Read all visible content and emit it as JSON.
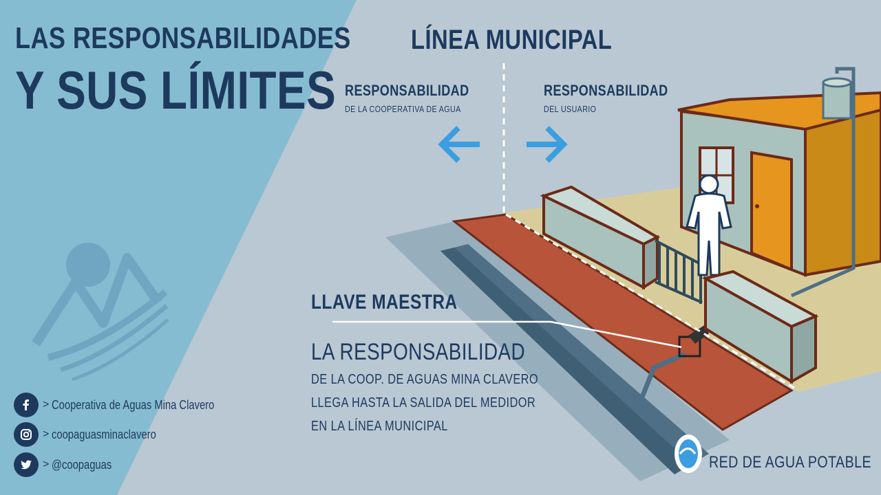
{
  "header": {
    "title_line1": "LAS RESPONSABILIDADES",
    "title_line2": "Y SUS LÍMITES"
  },
  "diagram": {
    "municipal_line_label": "LÍNEA MUNICIPAL",
    "left": {
      "title": "RESPONSABILIDAD",
      "subtitle": "DE LA COOPERATIVA DE AGUA"
    },
    "right": {
      "title": "RESPONSABILIDAD",
      "subtitle": "DEL USUARIO"
    },
    "llave_maestra": "LLAVE MAESTRA",
    "responsibility": {
      "heading": "LA RESPONSABILIDAD",
      "line1": "DE LA COOP. DE AGUAS MINA CLAVERO",
      "line2": "LLEGA HASTA LA SALIDA DEL MEDIDOR",
      "line3": "EN LA LÍNEA MUNICIPAL"
    },
    "pipe_label": "RED DE AGUA POTABLE"
  },
  "social": [
    {
      "icon": "facebook-icon",
      "separator": ">",
      "text": "Cooperativa de Aguas Mina Clavero"
    },
    {
      "icon": "instagram-icon",
      "separator": ">",
      "text": "coopaguasminaclavero"
    },
    {
      "icon": "twitter-icon",
      "separator": ">",
      "text": "@coopaguas"
    }
  ],
  "colors": {
    "left_panel": "#86bcd1",
    "background": "#b9c8d3",
    "text_dark_blue": "#1d3a5e",
    "arrow_blue": "#3b9ee0",
    "sidewalk": "#b8543a",
    "house_roof": "#e6951f",
    "house_wall": "#a9c2bd"
  }
}
